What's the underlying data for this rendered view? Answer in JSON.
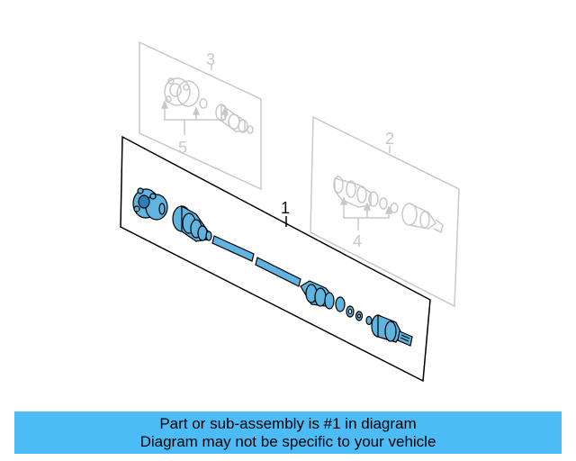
{
  "diagram": {
    "callouts": {
      "main_assembly": "1",
      "outer_joint_group": "2",
      "inner_joint_group": "3",
      "outer_boot_kit": "4",
      "inner_boot_kit": "5"
    }
  },
  "banner": {
    "line1": "Part or sub-assembly is #1 in diagram",
    "line2": "Diagram may not be specific to your vehicle"
  },
  "colors": {
    "highlight": "#5fb4e0",
    "highlight_dark": "#2a7fb8",
    "banner": "#4bbcf5",
    "faded": "#c8c8c8",
    "outline": "#000000"
  },
  "icons": {
    "axle": "cv-axle-icon",
    "inner_joint": "tripod-joint-icon",
    "outer_joint": "outer-cv-joint-icon"
  }
}
